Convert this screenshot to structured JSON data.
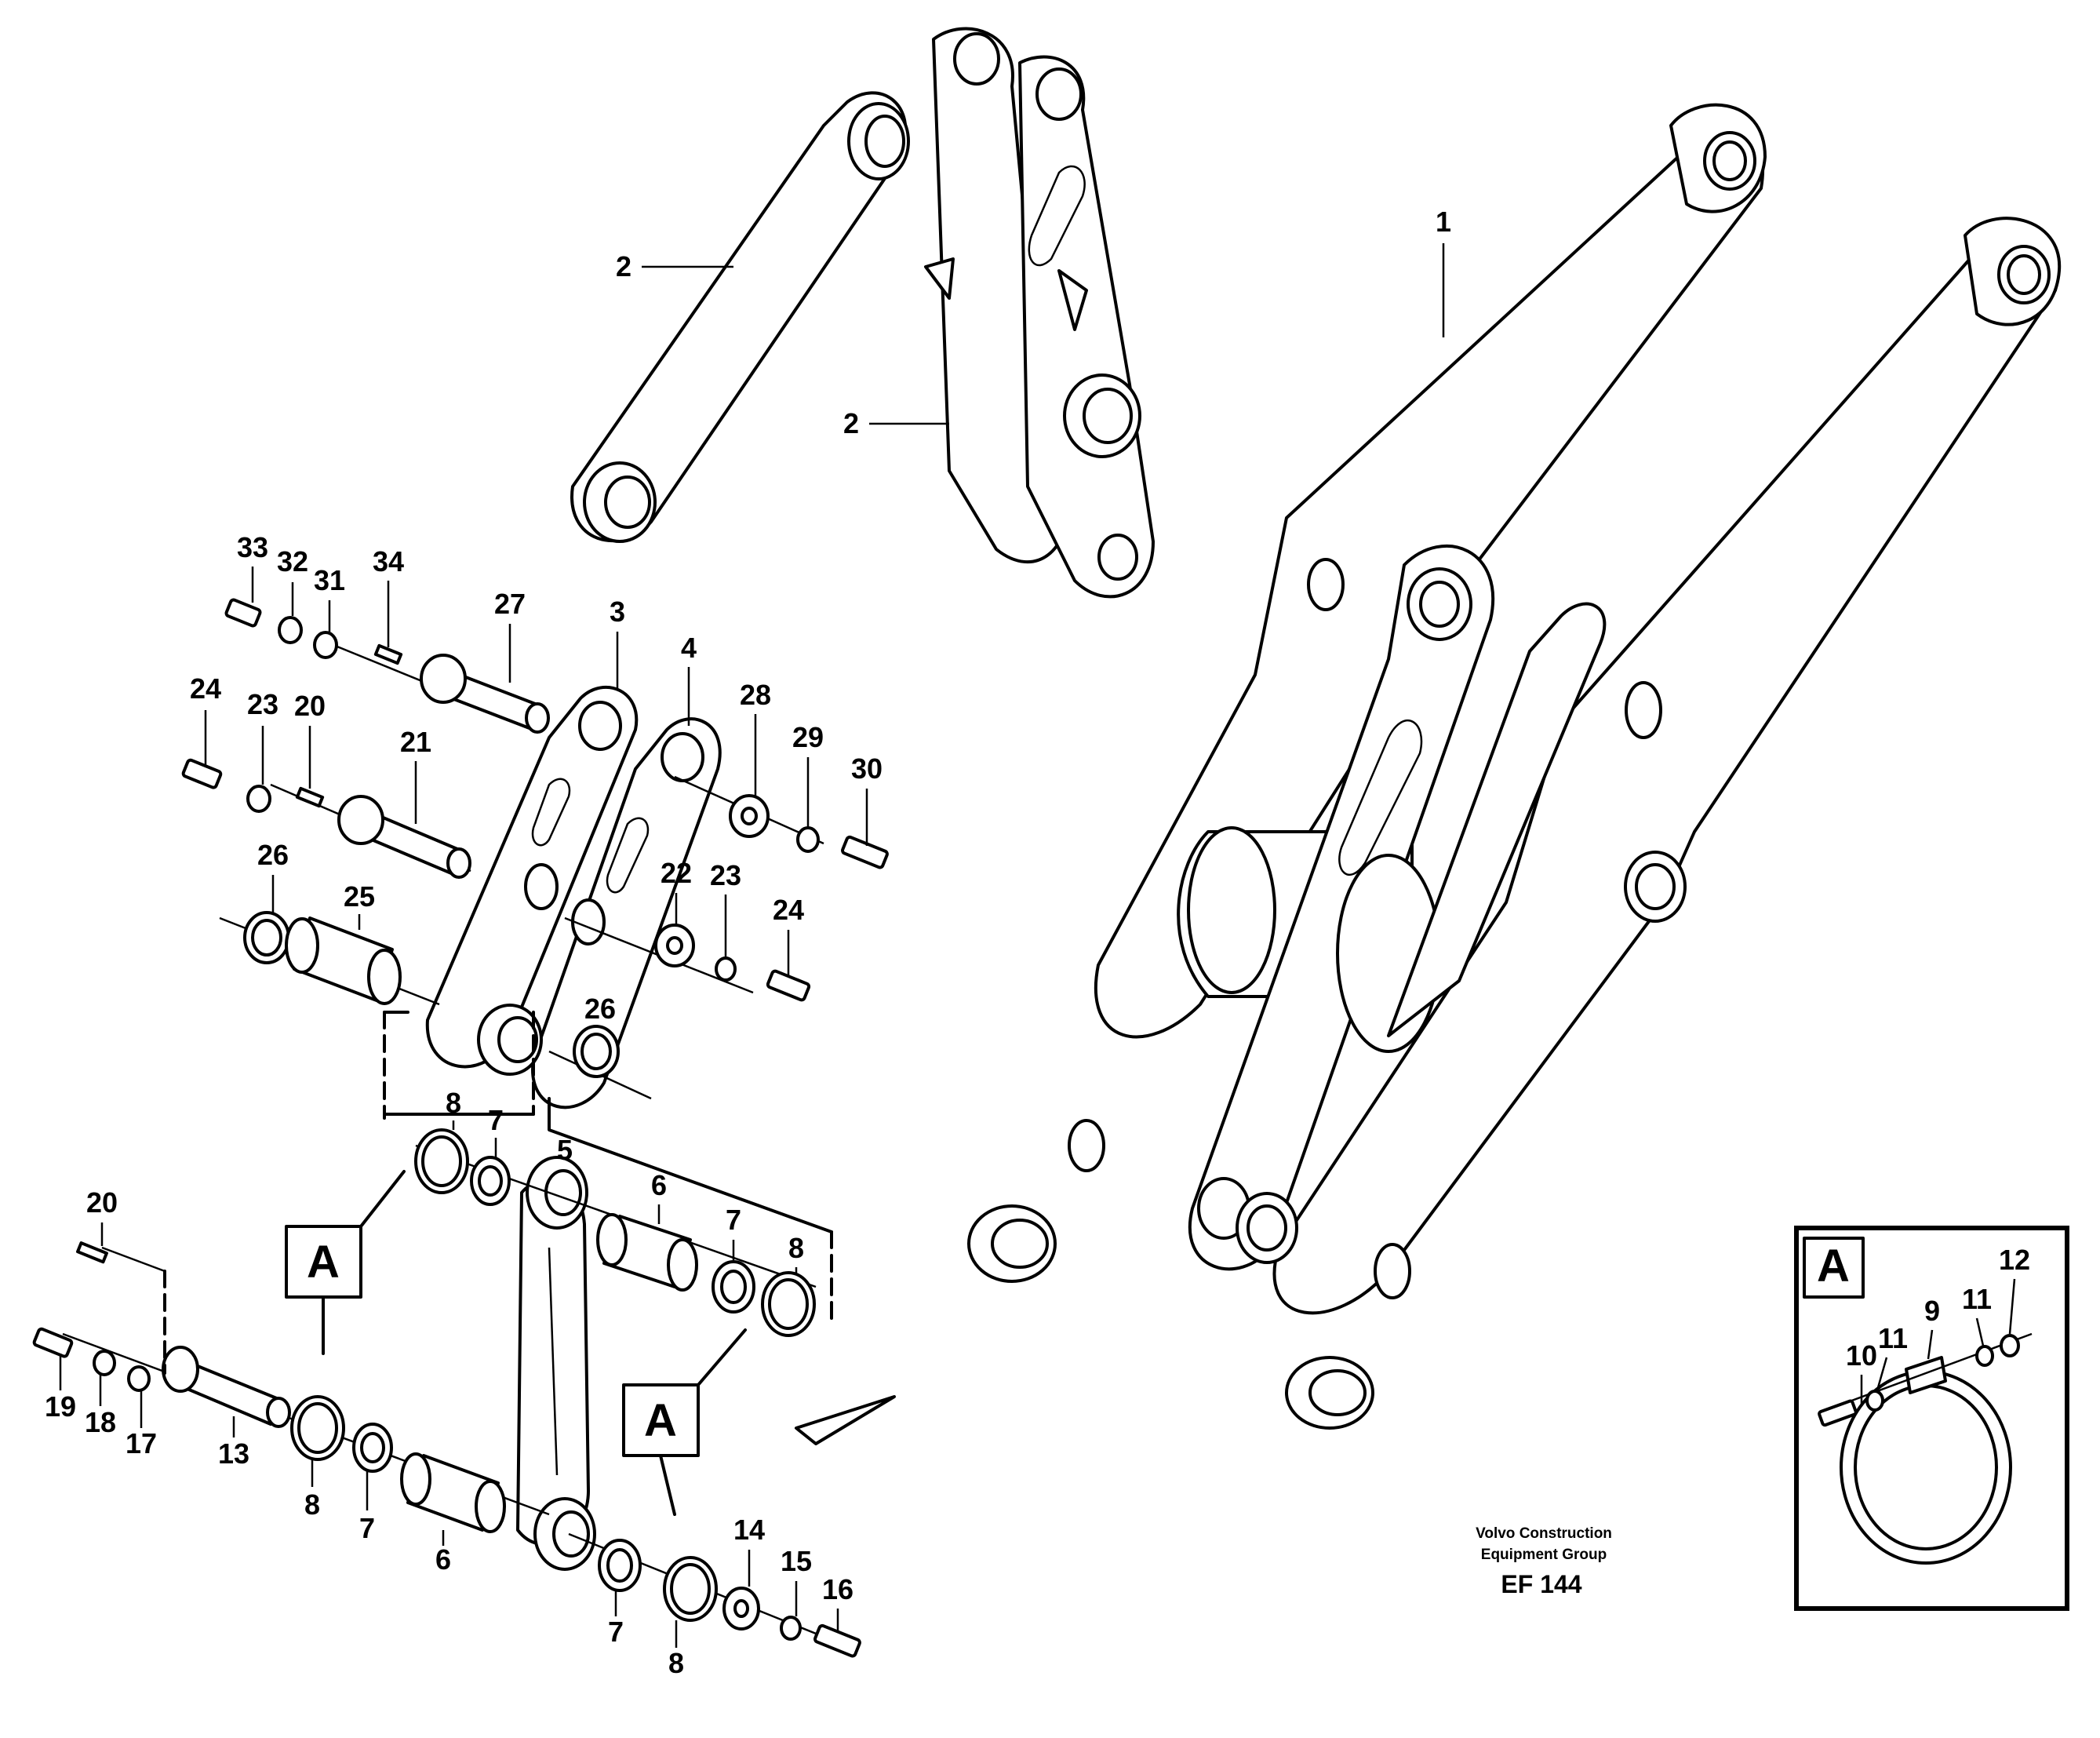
{
  "callouts": [
    {
      "id": "c1",
      "text": "1"
    },
    {
      "id": "c2a",
      "text": "2"
    },
    {
      "id": "c2b",
      "text": "2"
    },
    {
      "id": "c3",
      "text": "3"
    },
    {
      "id": "c4",
      "text": "4"
    },
    {
      "id": "c5",
      "text": "5"
    },
    {
      "id": "c6a",
      "text": "6"
    },
    {
      "id": "c6b",
      "text": "6"
    },
    {
      "id": "c7a",
      "text": "7"
    },
    {
      "id": "c7b",
      "text": "7"
    },
    {
      "id": "c7c",
      "text": "7"
    },
    {
      "id": "c7d",
      "text": "7"
    },
    {
      "id": "c8a",
      "text": "8"
    },
    {
      "id": "c8b",
      "text": "8"
    },
    {
      "id": "c8c",
      "text": "8"
    },
    {
      "id": "c8d",
      "text": "8"
    },
    {
      "id": "c13",
      "text": "13"
    },
    {
      "id": "c14",
      "text": "14"
    },
    {
      "id": "c15",
      "text": "15"
    },
    {
      "id": "c16",
      "text": "16"
    },
    {
      "id": "c17",
      "text": "17"
    },
    {
      "id": "c18",
      "text": "18"
    },
    {
      "id": "c19",
      "text": "19"
    },
    {
      "id": "c20a",
      "text": "20"
    },
    {
      "id": "c20b",
      "text": "20"
    },
    {
      "id": "c21",
      "text": "21"
    },
    {
      "id": "c22",
      "text": "22"
    },
    {
      "id": "c23a",
      "text": "23"
    },
    {
      "id": "c23b",
      "text": "23"
    },
    {
      "id": "c24a",
      "text": "24"
    },
    {
      "id": "c24b",
      "text": "24"
    },
    {
      "id": "c25",
      "text": "25"
    },
    {
      "id": "c26a",
      "text": "26"
    },
    {
      "id": "c26b",
      "text": "26"
    },
    {
      "id": "c27",
      "text": "27"
    },
    {
      "id": "c28",
      "text": "28"
    },
    {
      "id": "c29",
      "text": "29"
    },
    {
      "id": "c30",
      "text": "30"
    },
    {
      "id": "c31",
      "text": "31"
    },
    {
      "id": "c32",
      "text": "32"
    },
    {
      "id": "c33",
      "text": "33"
    },
    {
      "id": "c34",
      "text": "34"
    }
  ],
  "detail": {
    "label": "A",
    "callouts": [
      {
        "id": "d9",
        "text": "9"
      },
      {
        "id": "d10",
        "text": "10"
      },
      {
        "id": "d11a",
        "text": "11"
      },
      {
        "id": "d11b",
        "text": "11"
      },
      {
        "id": "d12",
        "text": "12"
      }
    ]
  },
  "detail_refs": [
    "A",
    "A",
    "A"
  ],
  "credit": {
    "line1": "Volvo Construction",
    "line2": "Equipment Group",
    "code": "EF 144"
  }
}
